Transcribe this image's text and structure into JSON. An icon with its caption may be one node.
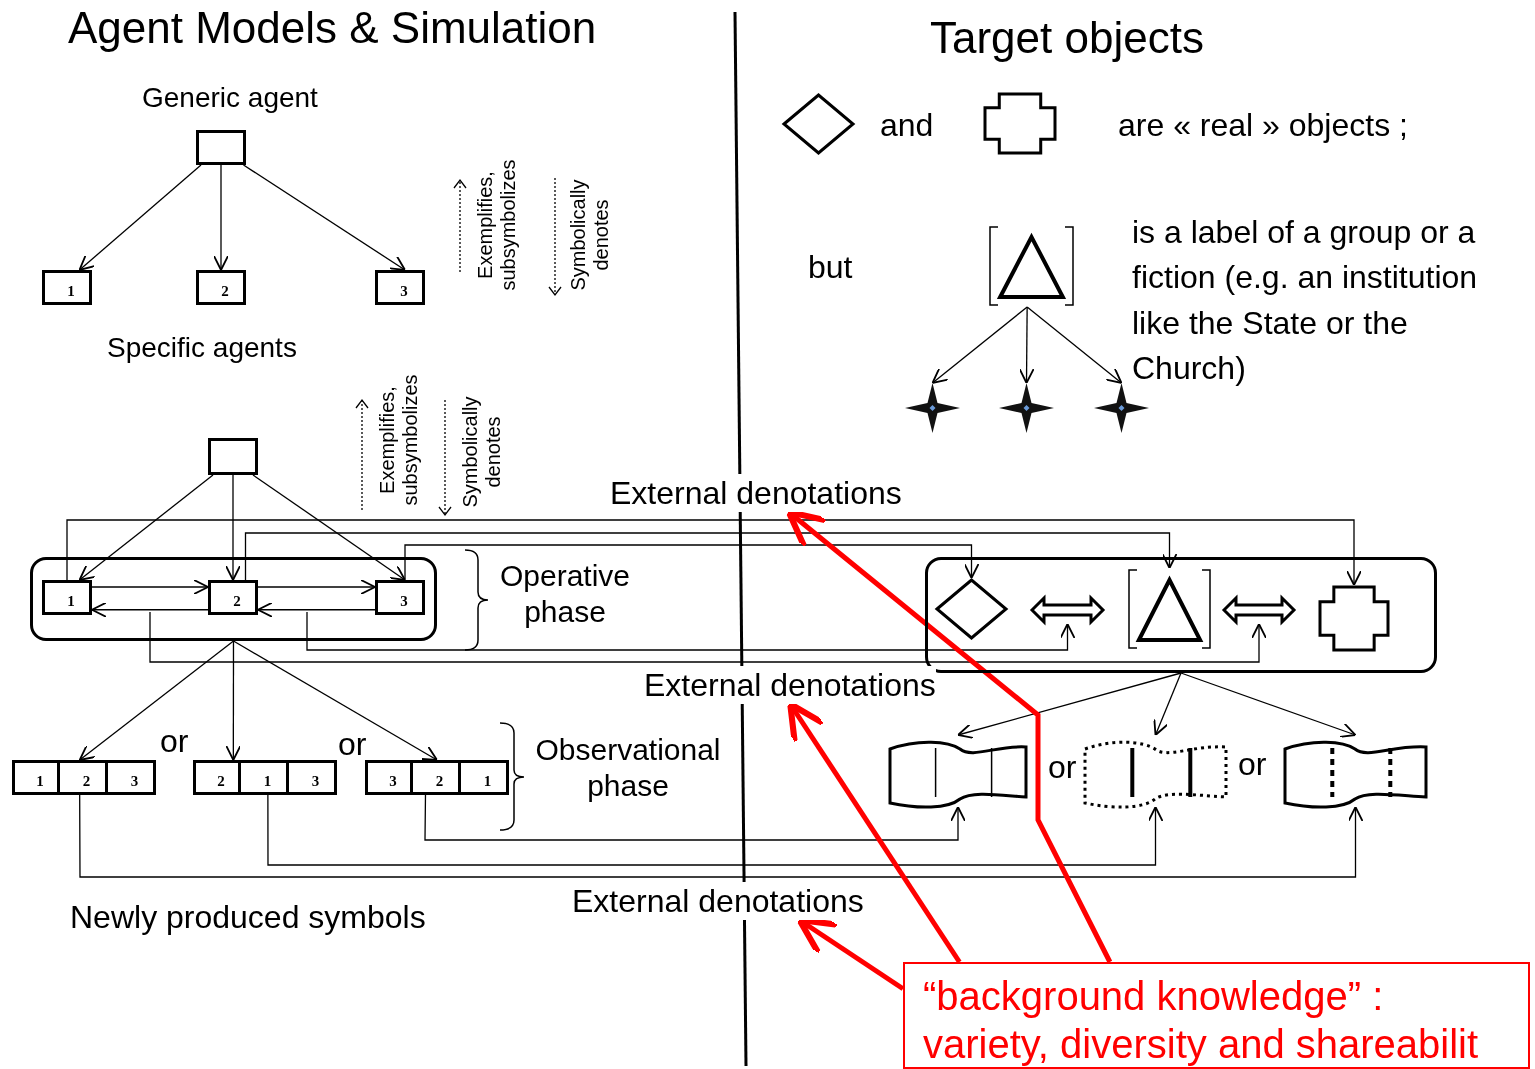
{
  "diagram": {
    "nodes": [
      {
        "text": [
          "Generic agent"
        ]
      },
      {
        "text": [
          "1"
        ]
      },
      {
        "text": [
          "2"
        ]
      },
      {
        "text": [
          "3"
        ]
      },
      {
        "text": [],
        "shape": "diamond"
      },
      {
        "text": [],
        "shape": "cross"
      },
      {
        "text": [],
        "shape": "triangle"
      },
      {
        "text": [],
        "shape": "star"
      },
      {
        "text": [],
        "shape": "star"
      },
      {
        "text": [],
        "shape": "star"
      },
      {
        "text": [],
        "shape": "box"
      },
      {
        "text": [],
        "shape": "box"
      },
      {
        "text": [
          "1"
        ],
        "in": 11
      },
      {
        "text": [
          "2"
        ],
        "in": 11
      },
      {
        "text": [
          "3"
        ],
        "in": 11
      },
      {
        "text": [],
        "shape": "box"
      },
      {
        "text": [],
        "shape": "diamond",
        "in": 15
      },
      {
        "text": [],
        "shape": "triangle",
        "in": 15
      },
      {
        "text": [],
        "shape": "cross",
        "in": 15
      },
      {
        "text": [
          "1",
          "2",
          "3"
        ]
      },
      {
        "text": [
          "2",
          "1",
          "3"
        ]
      },
      {
        "text": [
          "3",
          "2",
          "1"
        ]
      },
      {
        "text": [],
        "shape": "banner"
      },
      {
        "text": [],
        "shape": "banner"
      },
      {
        "text": [],
        "shape": "banner"
      },
      {
        "text": [
          "External denotations"
        ]
      },
      {
        "text": [
          "External denotations"
        ]
      },
      {
        "text": [
          "External denotations"
        ]
      },
      {
        "text": [
          "“background knowledge” : variety, diversity and shareabilit"
        ]
      },
      {
        "text": [],
        "shape": "arrow",
        "in": 15
      },
      {
        "text": [],
        "shape": "arrow",
        "in": 15
      }
    ],
    "edges": [
      {
        "from": 0,
        "to": 1,
        "arrow": "to"
      },
      {
        "from": 0,
        "to": 2,
        "arrow": "to"
      },
      {
        "from": 0,
        "to": 3,
        "arrow": "to"
      },
      {
        "from": 6,
        "to": 7,
        "arrow": "to"
      },
      {
        "from": 6,
        "to": 8,
        "arrow": "to"
      },
      {
        "from": 6,
        "to": 9,
        "arrow": "to"
      },
      {
        "from": 10,
        "to": 12,
        "arrow": "to"
      },
      {
        "from": 10,
        "to": 13,
        "arrow": "to"
      },
      {
        "from": 10,
        "to": 14,
        "arrow": "to"
      },
      {
        "from": 12,
        "to": 13,
        "arrow": "to"
      },
      {
        "from": 13,
        "to": 12,
        "arrow": "to"
      },
      {
        "from": 13,
        "to": 14,
        "arrow": "to"
      },
      {
        "from": 14,
        "to": 13,
        "arrow": "to"
      },
      {
        "from": 12,
        "to": 18,
        "arrow": "to"
      },
      {
        "from": 13,
        "to": 17,
        "arrow": "to"
      },
      {
        "from": 14,
        "to": 16,
        "arrow": "to"
      },
      {
        "from": null,
        "to": 30,
        "arrow": "to"
      },
      {
        "from": null,
        "to": 29,
        "arrow": "to"
      },
      {
        "from": 11,
        "to": 19,
        "arrow": "to"
      },
      {
        "from": 11,
        "to": 20,
        "arrow": "to"
      },
      {
        "from": 11,
        "to": 21,
        "arrow": "to"
      },
      {
        "from": 15,
        "to": 22,
        "arrow": "to"
      },
      {
        "from": 15,
        "to": 23,
        "arrow": "to"
      },
      {
        "from": 15,
        "to": 24,
        "arrow": "to"
      },
      {
        "from": 21,
        "to": 22,
        "arrow": "to"
      },
      {
        "from": 20,
        "to": 23,
        "arrow": "to"
      },
      {
        "from": 19,
        "to": 24,
        "arrow": "to"
      },
      {
        "from": 28,
        "to": 25,
        "arrow": "to",
        "style": "thick",
        "color": "#ff0000"
      },
      {
        "from": 28,
        "to": 26,
        "arrow": "to",
        "style": "thick",
        "color": "#ff0000"
      },
      {
        "from": 28,
        "to": 27,
        "arrow": "to",
        "style": "thick",
        "color": "#ff0000"
      }
    ],
    "labels": [
      "Agent Models & Simulation",
      "Target objects",
      "and",
      "are « real » objects ;",
      "Exemplifies, subsymbolizes",
      "Symbolically denotes",
      "but",
      "is a label of a group or a fiction (e.g. an institution like the State or the Church)",
      "Specific agents",
      "Exemplifies, subsymbolizes",
      "Symbolically denotes",
      "Operative phase",
      "or",
      "or",
      "Observational phase",
      "or",
      "or",
      "Newly produced symbols"
    ]
  }
}
